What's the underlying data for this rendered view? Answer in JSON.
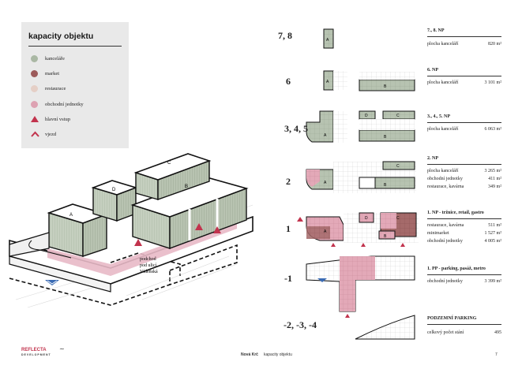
{
  "legend": {
    "title": "kapacity objektu",
    "items": [
      {
        "label": "kanceláře",
        "color": "#aab8a4",
        "kind": "dot"
      },
      {
        "label": "market",
        "color": "#9c5a5a",
        "kind": "dot"
      },
      {
        "label": "restaurace",
        "color": "#e5cfc6",
        "kind": "dot"
      },
      {
        "label": "obchodní jednotky",
        "color": "#dda2b2",
        "kind": "dot"
      },
      {
        "label": "hlavní vstup",
        "color": "#c2334d",
        "kind": "triangle"
      },
      {
        "label": "vjezd",
        "color": "#c2334d",
        "kind": "chevron"
      }
    ]
  },
  "iso": {
    "labels": {
      "a": "A",
      "b": "B",
      "c": "C",
      "d": "D"
    },
    "underpass_label": [
      "podchod",
      "pod ulicí",
      "Vídeňská"
    ]
  },
  "floors": [
    {
      "name": "7, 8",
      "title": "7., 8. NP",
      "rows": [
        {
          "k": "plocha kanceláří",
          "v": "820 m²"
        }
      ]
    },
    {
      "name": "6",
      "title": "6. NP",
      "rows": [
        {
          "k": "plocha kanceláří",
          "v": "3 101 m²"
        }
      ]
    },
    {
      "name": "3, 4, 5",
      "title": "3., 4., 5. NP",
      "rows": [
        {
          "k": "plocha kanceláří",
          "v": "6 063 m²"
        }
      ]
    },
    {
      "name": "2",
      "title": "2. NP",
      "rows": [
        {
          "k": "plocha kanceláří",
          "v": "3 265 m²"
        },
        {
          "k": "obchodní jednotky",
          "v": "411 m²"
        },
        {
          "k": "restaurace, kavárna",
          "v": "349 m²"
        }
      ]
    },
    {
      "name": "1",
      "title": "1. NP - tržnice, retail, gastro",
      "rows": [
        {
          "k": "restaurace, kavárna",
          "v": "511 m²"
        },
        {
          "k": "minimarket",
          "v": "1 527 m²"
        },
        {
          "k": "obchodní jednotky",
          "v": "4 005 m²"
        }
      ]
    },
    {
      "name": "-1",
      "title": "1. PP - parking, pasáž, metro",
      "rows": [
        {
          "k": "obchodní jednotky",
          "v": "3 399 m²"
        }
      ]
    },
    {
      "name": "-2, -3, -4",
      "title": "PODZEMNÍ PARKING",
      "rows": [
        {
          "k": "celkový počet stání",
          "v": "495"
        }
      ]
    }
  ],
  "plan_labels": {
    "a": "A",
    "b": "B",
    "c": "C",
    "d": "D"
  },
  "footer": {
    "brand": "REFLECTA",
    "brand_sub": "DEVELOPMENT",
    "project": "Nová Krč",
    "section": "kapacity objektu",
    "page": "7"
  }
}
